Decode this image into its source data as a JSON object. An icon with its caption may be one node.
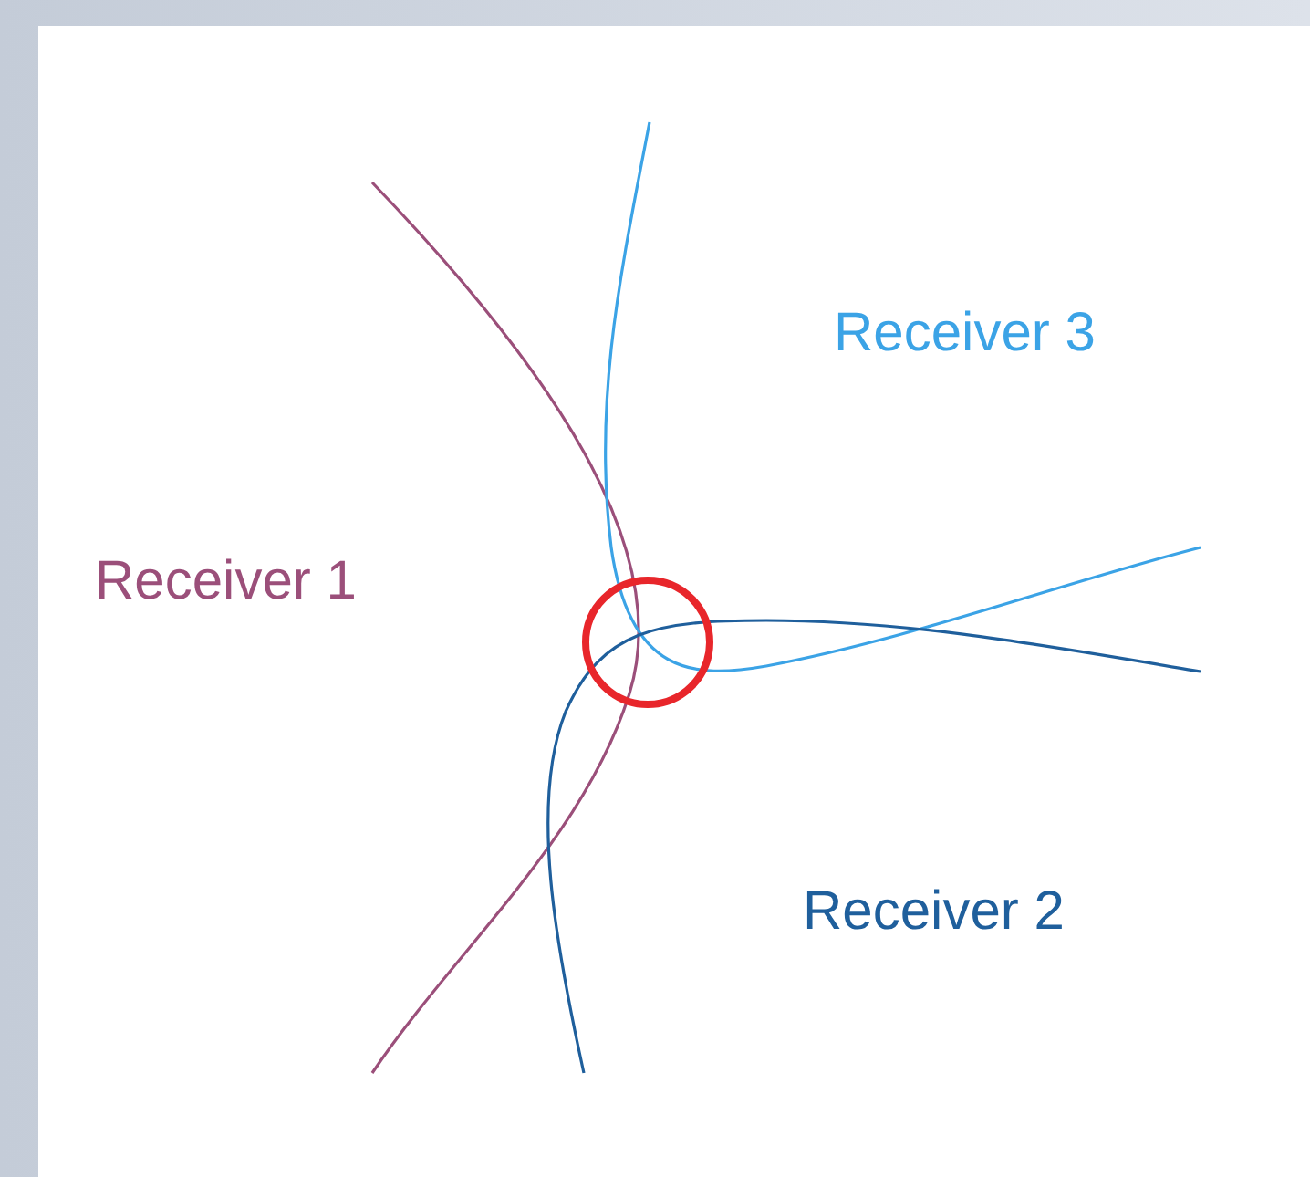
{
  "diagram": {
    "labels": [
      "Receiver 3",
      "Receiver 1",
      "Receiver 2"
    ]
  }
}
